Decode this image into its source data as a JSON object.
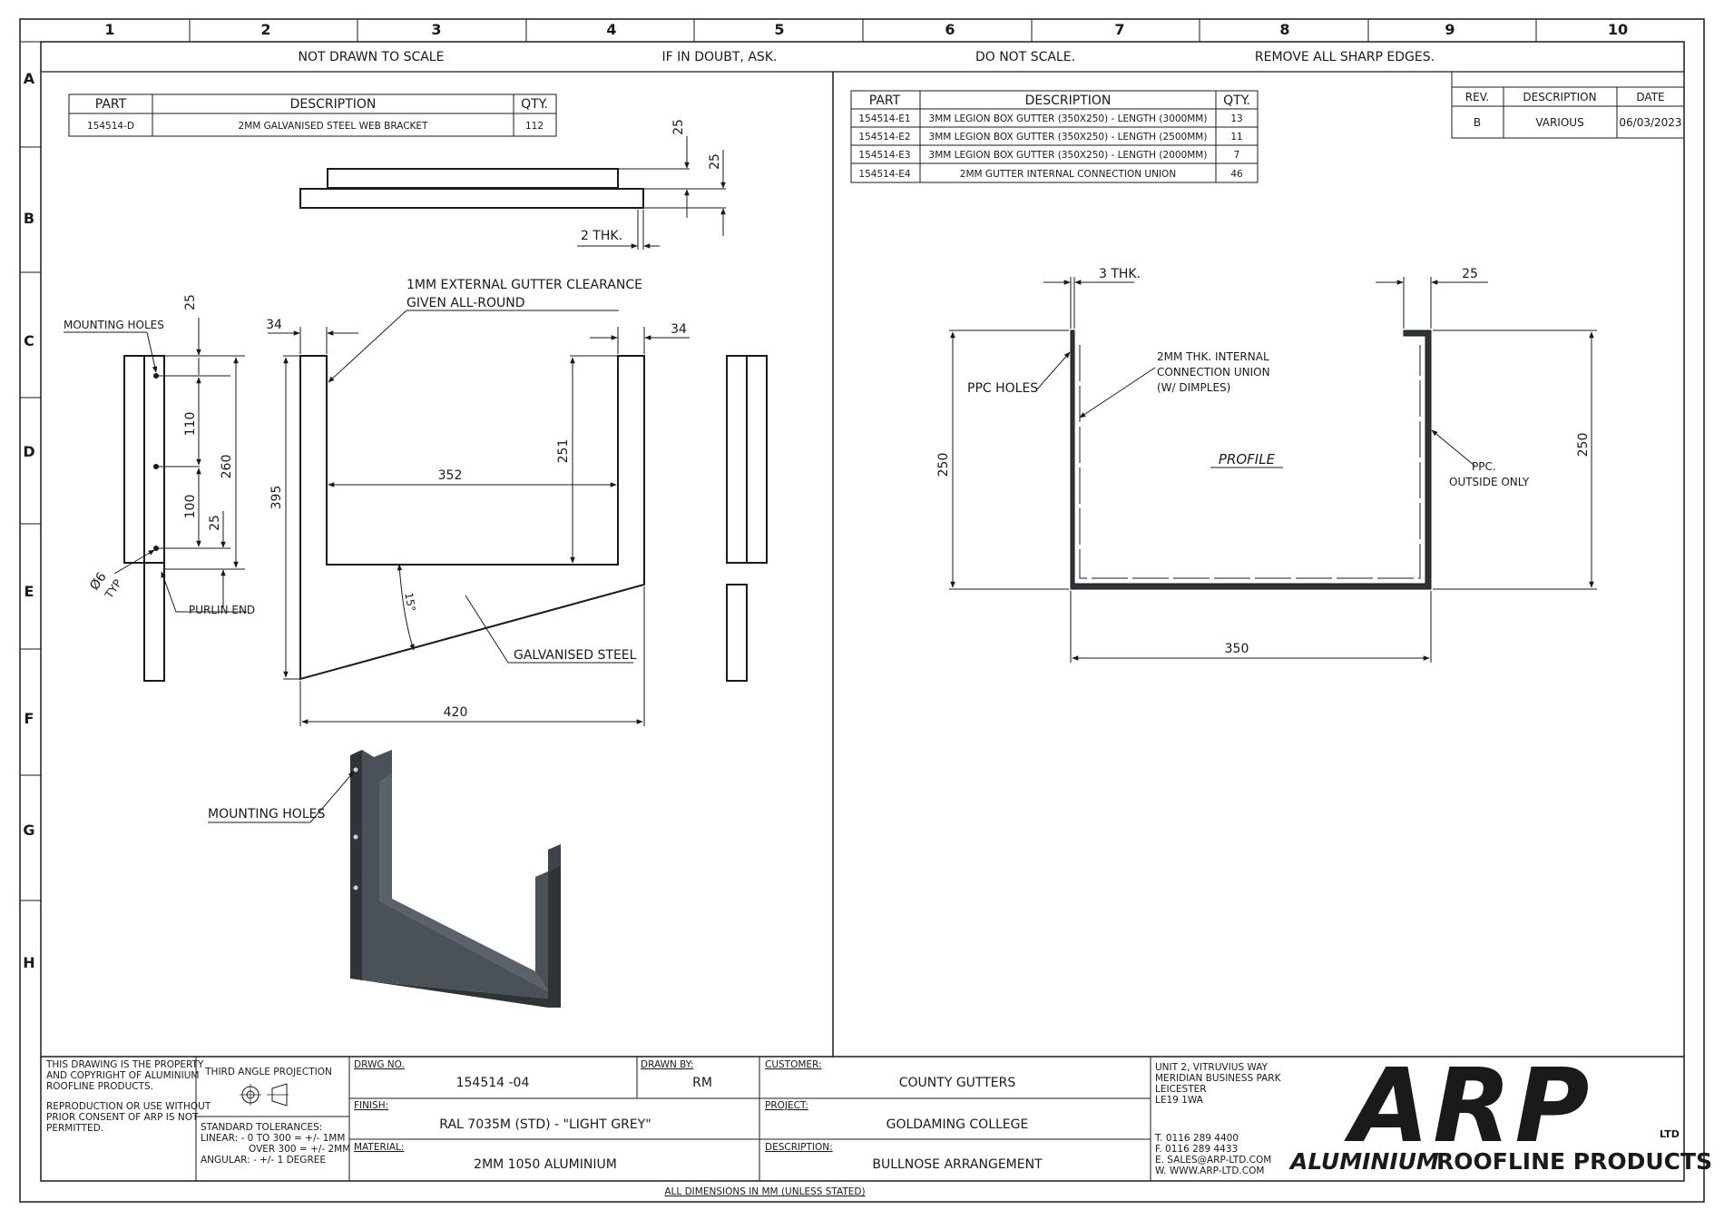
{
  "grid": {
    "columns": [
      "1",
      "2",
      "3",
      "4",
      "5",
      "6",
      "7",
      "8",
      "9",
      "10"
    ],
    "rows": [
      "A",
      "B",
      "C",
      "D",
      "E",
      "F",
      "G",
      "H"
    ]
  },
  "notes": [
    "NOT DRAWN TO SCALE",
    "IF IN DOUBT, ASK.",
    "DO NOT SCALE.",
    "REMOVE ALL SHARP EDGES."
  ],
  "table_bracket": {
    "headers": {
      "part": "PART",
      "desc": "DESCRIPTION",
      "qty": "QTY."
    },
    "rows": [
      {
        "part": "154514-D",
        "desc": "2MM GALVANISED STEEL WEB BRACKET",
        "qty": "112"
      }
    ]
  },
  "table_gutter": {
    "headers": {
      "part": "PART",
      "desc": "DESCRIPTION",
      "qty": "QTY."
    },
    "rows": [
      {
        "part": "154514-E1",
        "desc": "3MM LEGION BOX GUTTER (350X250) - LENGTH (3000MM)",
        "qty": "13"
      },
      {
        "part": "154514-E2",
        "desc": "3MM LEGION BOX GUTTER (350X250) - LENGTH (2500MM)",
        "qty": "11"
      },
      {
        "part": "154514-E3",
        "desc": "3MM LEGION BOX GUTTER (350X250) - LENGTH (2000MM)",
        "qty": "7"
      },
      {
        "part": "154514-E4",
        "desc": "2MM GUTTER INTERNAL CONNECTION UNION",
        "qty": "46"
      }
    ]
  },
  "table_rev": {
    "headers": {
      "rev": "REV.",
      "desc": "DESCRIPTION",
      "date": "DATE"
    },
    "rows": [
      {
        "rev": "B",
        "desc": "VARIOUS",
        "date": "06/03/2023"
      }
    ]
  },
  "bracket_drawing": {
    "dims": {
      "d25_top": "25",
      "d25_side": "25",
      "thk2": "2 THK.",
      "d34_left": "34",
      "d34_right": "34",
      "d352": "352",
      "d251": "251",
      "d395": "395",
      "d420": "420",
      "d15": "15°",
      "e25": "25",
      "e110": "110",
      "e100": "100",
      "e25b": "25",
      "e260": "260"
    },
    "labels": {
      "clearance_1": "1MM EXTERNAL GUTTER CLEARANCE",
      "clearance_2": "GIVEN ALL-ROUND",
      "mounting_holes": "MOUNTING HOLES",
      "hole_dia": "Ø6",
      "typ": "TYP",
      "purlin_end": "PURLIN END",
      "galvanised": "GALVANISED STEEL",
      "mounting_holes_iso": "MOUNTING HOLES"
    }
  },
  "profile_drawing": {
    "dims": {
      "thk3": "3 THK.",
      "d25": "25",
      "d250_left": "250",
      "d250_right": "250",
      "d350": "350"
    },
    "labels": {
      "ppc_holes": "PPC HOLES",
      "union_1": "2MM THK. INTERNAL",
      "union_2": "CONNECTION UNION",
      "union_3": "(W/ DIMPLES)",
      "profile": "PROFILE",
      "ppc_1": "PPC.",
      "ppc_2": "OUTSIDE ONLY"
    }
  },
  "title_block": {
    "copyright": [
      "THIS DRAWING IS THE PROPERTY",
      "AND COPYRIGHT OF ALUMINIUM",
      "ROOFLINE PRODUCTS."
    ],
    "reproduction": [
      "REPRODUCTION OR USE WITHOUT",
      "PRIOR CONSENT OF ARP IS NOT",
      "PERMITTED."
    ],
    "projection": "THIRD ANGLE PROJECTION",
    "tolerances": [
      "STANDARD TOLERANCES:",
      "LINEAR: -  0 TO 300 = +/- 1MM",
      "OVER 300 = +/- 2MM",
      "ANGULAR: - +/- 1 DEGREE"
    ],
    "drwg_no_label": "DRWG NO.",
    "drwg_no": "154514 -04",
    "drawn_by_label": "DRAWN BY:",
    "drawn_by": "RM",
    "finish_label": "FINISH:",
    "finish": "RAL 7035M (STD) - \"LIGHT GREY\"",
    "material_label": "MATERIAL:",
    "material": "2MM 1050 ALUMINIUM",
    "customer_label": "CUSTOMER:",
    "customer": "COUNTY GUTTERS",
    "project_label": "PROJECT:",
    "project": "GOLDAMING COLLEGE",
    "description_label": "DESCRIPTION:",
    "description": "BULLNOSE ARRANGEMENT",
    "address": [
      "UNIT 2, VITRUVIUS WAY",
      "MERIDIAN BUSINESS PARK",
      "LEICESTER",
      "LE19 1WA"
    ],
    "contact": [
      "T.  0116  289  4400",
      "F.  0116  289  4433",
      "E.  SALES@ARP-LTD.COM",
      "W. WWW.ARP-LTD.COM"
    ],
    "logo": {
      "letters": "ARP",
      "ltd": "LTD",
      "word1": "ALUMINIUM",
      "word2": "ROOFLINE PRODUCTS"
    },
    "footer": "ALL DIMENSIONS IN MM (UNLESS STATED)"
  },
  "colors": {
    "logo_red": "#e31e24",
    "logo_blue": "#1b8fd2",
    "part_fill": "#3d434a",
    "line": "#1a1a1a"
  }
}
